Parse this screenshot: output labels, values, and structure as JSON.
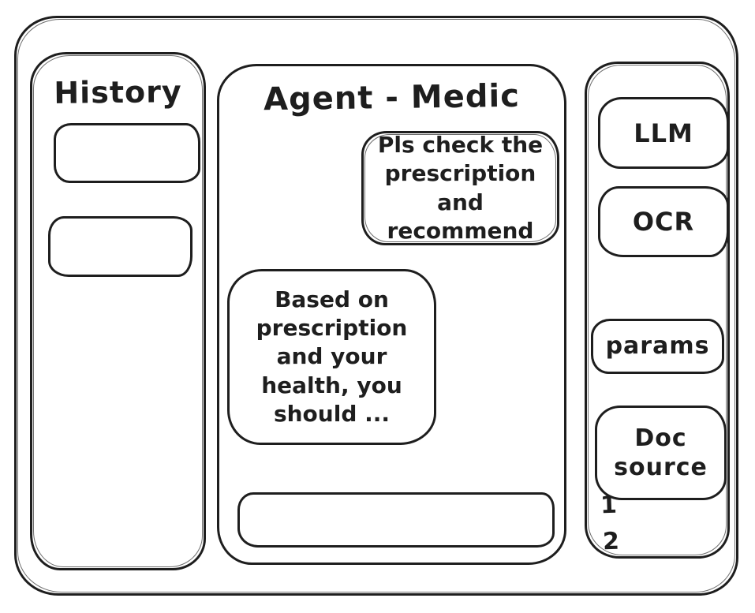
{
  "colors": {
    "stroke": "#1e1e1e",
    "background": "#ffffff"
  },
  "history_panel": {
    "title": "History",
    "items": [
      {
        "label": ""
      },
      {
        "label": ""
      }
    ]
  },
  "chat_panel": {
    "title": "Agent - Medic",
    "messages": [
      {
        "role": "user",
        "text": "Pls check the prescription and recommend"
      },
      {
        "role": "assistant",
        "text": "Based on prescription and your health, you should ..."
      }
    ],
    "input": {
      "value": "",
      "placeholder": ""
    }
  },
  "tools_panel": {
    "llm_label": "LLM",
    "ocr_label": "OCR",
    "params_label": "params",
    "doc_source_label": "Doc source",
    "doc_source_items": [
      "1",
      "2"
    ]
  }
}
